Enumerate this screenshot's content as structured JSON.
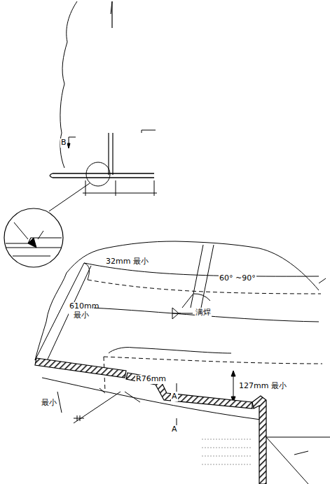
{
  "diagram": {
    "labels": [
      "B",
      "32mm 最小",
      "60° ~90°",
      "610mm 最小",
      "满焊",
      "R76mm",
      "最小",
      "127mm 最小",
      "A",
      "A"
    ]
  }
}
